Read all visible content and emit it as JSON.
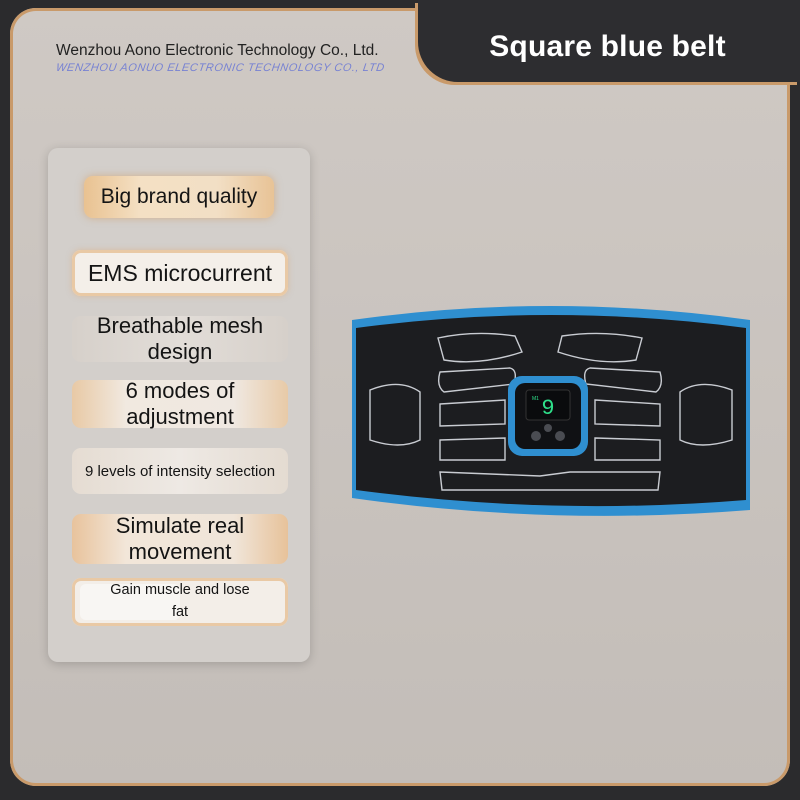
{
  "header": {
    "company": "Wenzhou Aono Electronic Technology Co., Ltd.",
    "company_ghost": "WENZHOU AONUO ELECTRONIC TECHNOLOGY CO., LTD",
    "product_title": "Square blue belt"
  },
  "features": [
    "Big brand quality",
    "EMS microcurrent",
    "Breathable mesh design",
    "6 modes of adjustment",
    "9 levels of intensity selection",
    "Simulate real movement",
    "Gain muscle and lose",
    "fat"
  ],
  "device": {
    "display_digit": "9",
    "display_label": "M1"
  },
  "colors": {
    "accent": "#c99a6a",
    "dark": "#2d2d30",
    "belt_trim": "#2f8fd0",
    "belt_body": "#1c1d20",
    "display_green": "#2ee08a"
  }
}
